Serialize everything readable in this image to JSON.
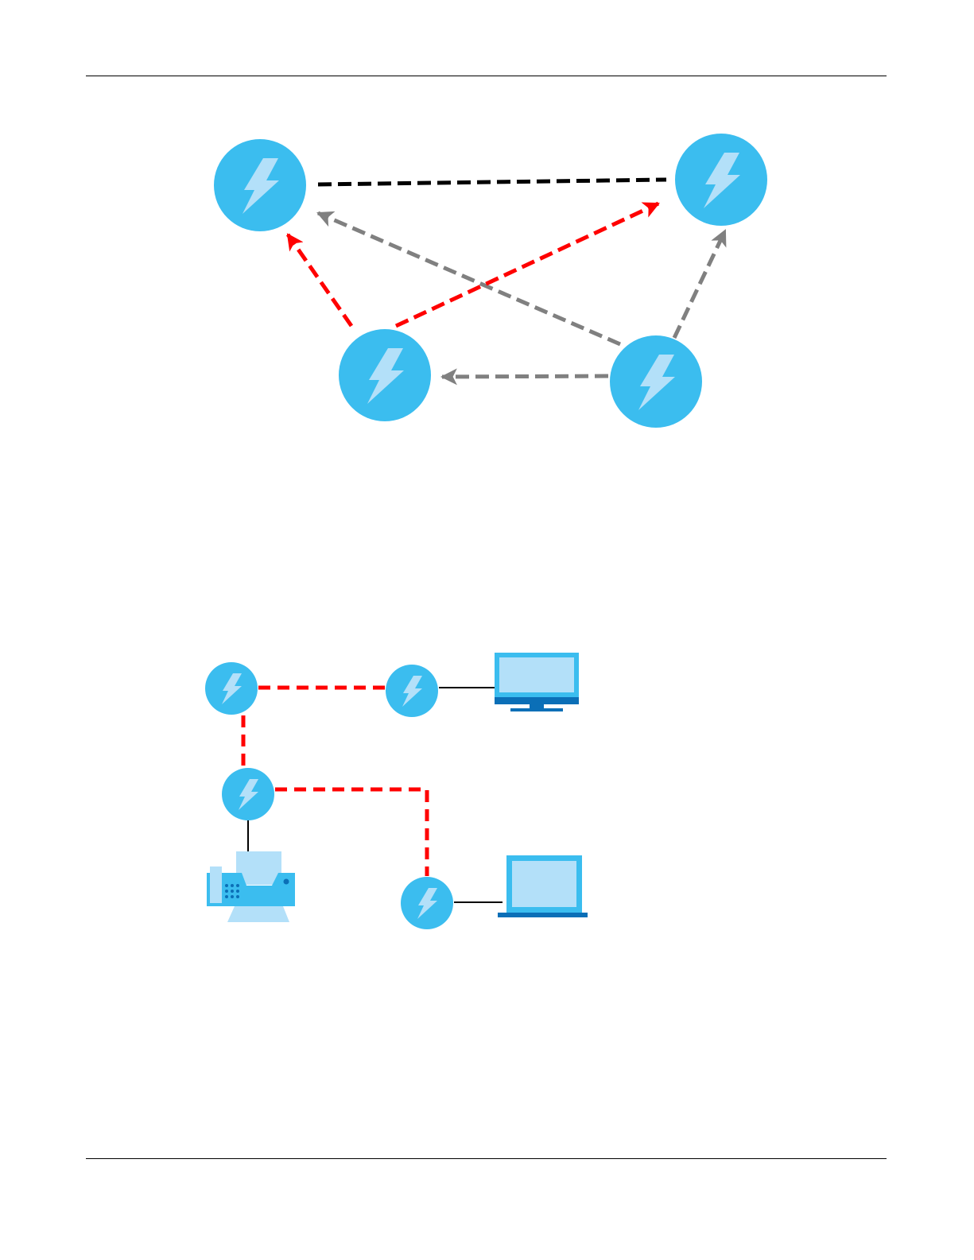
{
  "colors": {
    "node_fill": "#3bbdef",
    "bolt_fill": "#b3e0f9",
    "device_frame": "#3bbdef",
    "device_screen": "#b3e0f9",
    "device_base": "#0b6fb7",
    "active_link": "#ff0000",
    "inactive_link": "#808080",
    "peer_link": "#000000",
    "wired_link": "#000000"
  },
  "icons": {
    "node": "powerline-bolt-icon",
    "monitor": "desktop-monitor-icon",
    "printer": "fax-printer-icon",
    "laptop": "laptop-icon"
  },
  "mesh_diagram": {
    "nodes": [
      "node-top-left",
      "node-top-right",
      "node-bottom-left",
      "node-bottom-right"
    ],
    "links": [
      {
        "from": "node-top-left",
        "to": "node-top-right",
        "style": "peer",
        "arrow": false
      },
      {
        "from": "node-bottom-right",
        "to": "node-top-left",
        "style": "inactive",
        "arrow": true
      },
      {
        "from": "node-bottom-left",
        "to": "node-top-right",
        "style": "active",
        "arrow": true
      },
      {
        "from": "node-bottom-left",
        "to": "node-top-left",
        "style": "active",
        "arrow": true
      },
      {
        "from": "node-bottom-right",
        "to": "node-bottom-left",
        "style": "inactive",
        "arrow": true
      },
      {
        "from": "node-bottom-right",
        "to": "node-top-right",
        "style": "inactive",
        "arrow": true
      }
    ]
  },
  "path_diagram": {
    "nodes": [
      "node-a",
      "node-b",
      "node-c",
      "node-d"
    ],
    "devices": [
      {
        "name": "monitor",
        "attached_to": "node-b"
      },
      {
        "name": "printer",
        "attached_to": "node-c"
      },
      {
        "name": "laptop",
        "attached_to": "node-d"
      }
    ],
    "links": [
      {
        "from": "node-a",
        "to": "node-b",
        "style": "active"
      },
      {
        "from": "node-a",
        "to": "node-c",
        "style": "active"
      },
      {
        "from": "node-c",
        "to": "node-d",
        "style": "active"
      }
    ]
  }
}
